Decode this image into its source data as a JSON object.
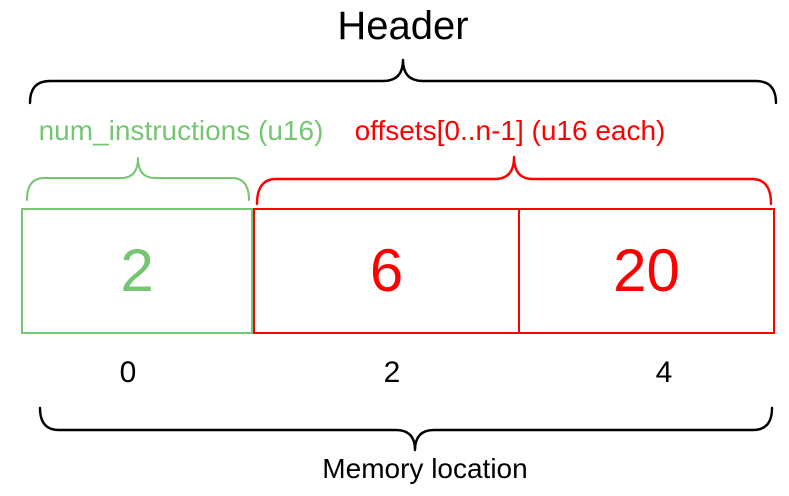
{
  "diagram": {
    "title": "Header",
    "bottom_label": "Memory location",
    "colors": {
      "green": "#76c573",
      "red": "#ff0000",
      "black": "#000000"
    },
    "sections": [
      {
        "label": "num_instructions (u16)",
        "color": "green",
        "cells": [
          "2"
        ]
      },
      {
        "label": "offsets[0..n-1] (u16 each)",
        "color": "red",
        "cells": [
          "6",
          "20"
        ]
      }
    ],
    "memory_locations": [
      "0",
      "2",
      "4"
    ]
  }
}
